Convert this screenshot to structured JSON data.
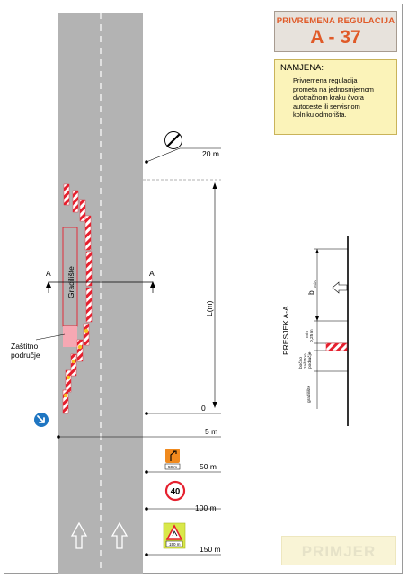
{
  "title": {
    "top": "PRIVREMENA REGULACIJA",
    "code": "A - 37"
  },
  "purpose": {
    "heading": "NAMJENA:",
    "lines": [
      "Privremena regulacija",
      "prometa na jednosmjernom",
      "dvotračnom kraku čvora",
      "autoceste ili servisnom",
      "kolniku odmorišta."
    ]
  },
  "watermark": "PRIMJER",
  "labels": {
    "gradiliste": "Gradilište",
    "zastitno_1": "Zaštitno",
    "zastitno_2": "područje",
    "section_a": "A",
    "length": "L(m)",
    "presjek": "PRESJEK A-A",
    "bmin": "b",
    "bmin_sub": "min",
    "min_025": "min",
    "min_025b": "0,25 m",
    "bocno_1": "bočno",
    "bocno_2": "zaštitno",
    "bocno_3": "područje",
    "gradiliste_small": "gradilište"
  },
  "distances": [
    "20 m",
    "0",
    "5 m",
    "50 m",
    "100 m",
    "150 m"
  ],
  "signs": {
    "speed_limit": "40",
    "board_distance_1": "50 m",
    "board_distance_2": "150 m"
  },
  "colors": {
    "road": "#b3b3b3",
    "accent": "#e05a28",
    "barrier_red": "#e5202e",
    "sign_blue": "#1f76c2",
    "sign_orange": "#f08a1e",
    "zone_pink": "#f6a8b3"
  }
}
